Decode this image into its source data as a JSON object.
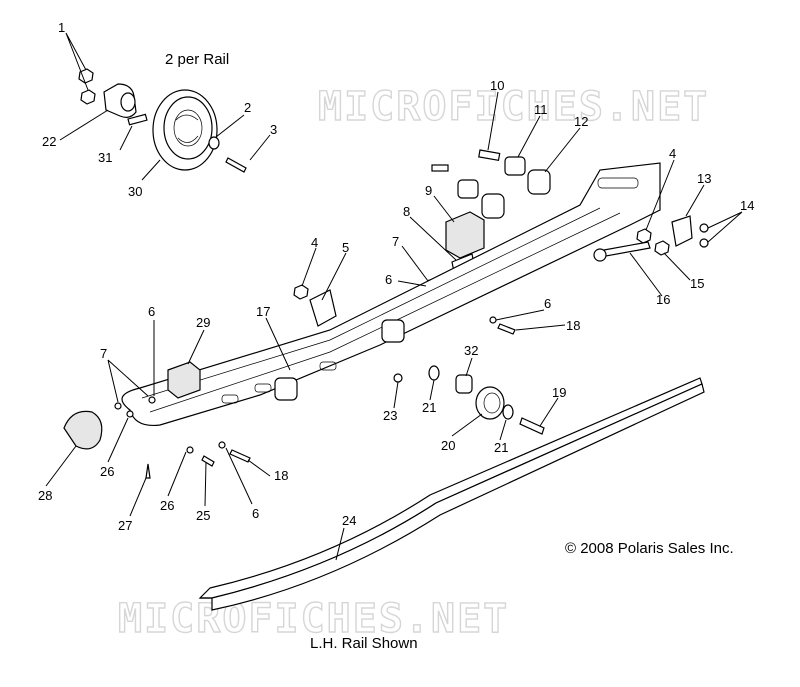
{
  "watermark": "MICROFICHES.NET",
  "caption_top": "2 per Rail",
  "caption_bottom": "L.H. Rail Shown",
  "copyright": "© 2008 Polaris Sales Inc.",
  "callouts": [
    {
      "id": "c1",
      "text": "1"
    },
    {
      "id": "c22",
      "text": "22"
    },
    {
      "id": "c31",
      "text": "31"
    },
    {
      "id": "c30",
      "text": "30"
    },
    {
      "id": "c2",
      "text": "2"
    },
    {
      "id": "c3",
      "text": "3"
    },
    {
      "id": "c10",
      "text": "10"
    },
    {
      "id": "c11",
      "text": "11"
    },
    {
      "id": "c12",
      "text": "12"
    },
    {
      "id": "c9",
      "text": "9"
    },
    {
      "id": "c8",
      "text": "8"
    },
    {
      "id": "c7a",
      "text": "7"
    },
    {
      "id": "c6a",
      "text": "6"
    },
    {
      "id": "c4a",
      "text": "4"
    },
    {
      "id": "c5",
      "text": "5"
    },
    {
      "id": "c4b",
      "text": "4"
    },
    {
      "id": "c13",
      "text": "13"
    },
    {
      "id": "c14",
      "text": "14"
    },
    {
      "id": "c15",
      "text": "15"
    },
    {
      "id": "c16",
      "text": "16"
    },
    {
      "id": "c6b",
      "text": "6"
    },
    {
      "id": "c18a",
      "text": "18"
    },
    {
      "id": "c17",
      "text": "17"
    },
    {
      "id": "c29",
      "text": "29"
    },
    {
      "id": "c6c",
      "text": "6"
    },
    {
      "id": "c7b",
      "text": "7"
    },
    {
      "id": "c32",
      "text": "32"
    },
    {
      "id": "c19",
      "text": "19"
    },
    {
      "id": "c23",
      "text": "23"
    },
    {
      "id": "c21a",
      "text": "21"
    },
    {
      "id": "c20",
      "text": "20"
    },
    {
      "id": "c21b",
      "text": "21"
    },
    {
      "id": "c28",
      "text": "28"
    },
    {
      "id": "c26a",
      "text": "26"
    },
    {
      "id": "c26b",
      "text": "26"
    },
    {
      "id": "c27",
      "text": "27"
    },
    {
      "id": "c25",
      "text": "25"
    },
    {
      "id": "c6d",
      "text": "6"
    },
    {
      "id": "c18b",
      "text": "18"
    },
    {
      "id": "c24",
      "text": "24"
    }
  ]
}
